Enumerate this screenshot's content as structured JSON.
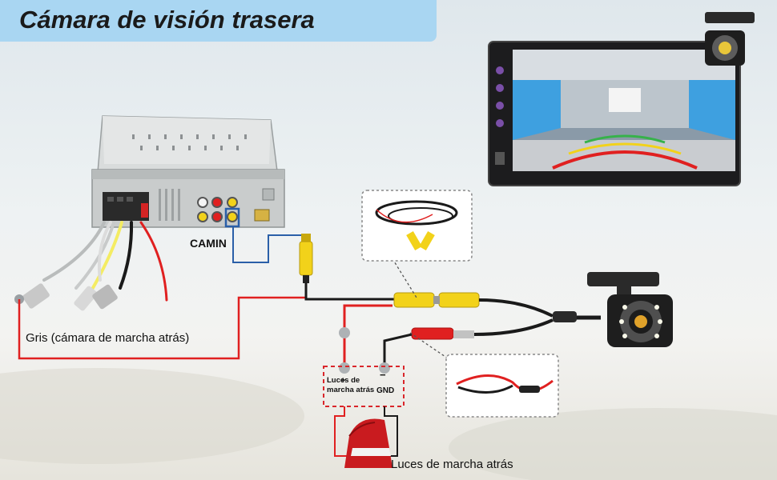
{
  "title": "Cámara de visión trasera",
  "labels": {
    "camin": "CAMIN",
    "gris": "Gris (cámara de marcha atrás)",
    "luces_box": "Luces de marcha atrás",
    "gnd": "GND",
    "plus": "+",
    "minus": "−",
    "luces_bottom": "Luces de marcha atrás"
  },
  "colors": {
    "title_bg": "#a9d6f2",
    "wire_red": "#e02020",
    "wire_black": "#1a1a1a",
    "wire_blue": "#2a5fa8",
    "rca_yellow": "#f2d21a",
    "dashed_box": "#d9262b"
  }
}
